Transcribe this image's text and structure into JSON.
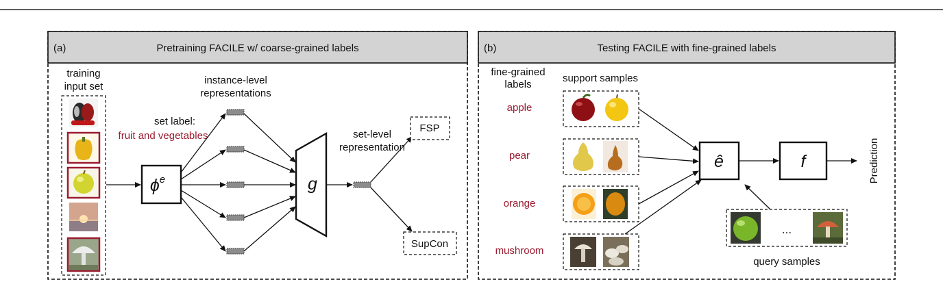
{
  "panel_a": {
    "tag": "(a)",
    "title": "Pretraining FACILE w/ coarse-grained labels",
    "input_heading_1": "training",
    "input_heading_2": "input set",
    "set_label_heading": "set label:",
    "set_label_value": "fruit and vegetables",
    "encoder_symbol": "ϕ",
    "encoder_superscript": "e",
    "instance_heading_1": "instance-level",
    "instance_heading_2": "representations",
    "aggregator_symbol": "g",
    "setlevel_heading_1": "set-level",
    "setlevel_heading_2": "representation",
    "loss_1": "FSP",
    "loss_2": "SupCon"
  },
  "panel_b": {
    "tag": "(b)",
    "title": "Testing FACILE with fine-grained labels",
    "labels_heading_1": "fine-grained",
    "labels_heading_2": "labels",
    "support_heading": "support samples",
    "class_labels": [
      "apple",
      "pear",
      "orange",
      "mushroom"
    ],
    "encoder_symbol": "ê",
    "classifier_symbol": "f",
    "output_label": "Prediction",
    "query_ellipsis": "...",
    "query_heading": "query samples"
  },
  "colors": {
    "accent_label": "#9b1b30",
    "header_fill": "#d3d3d3",
    "instance_block": "#8c8c8c"
  }
}
